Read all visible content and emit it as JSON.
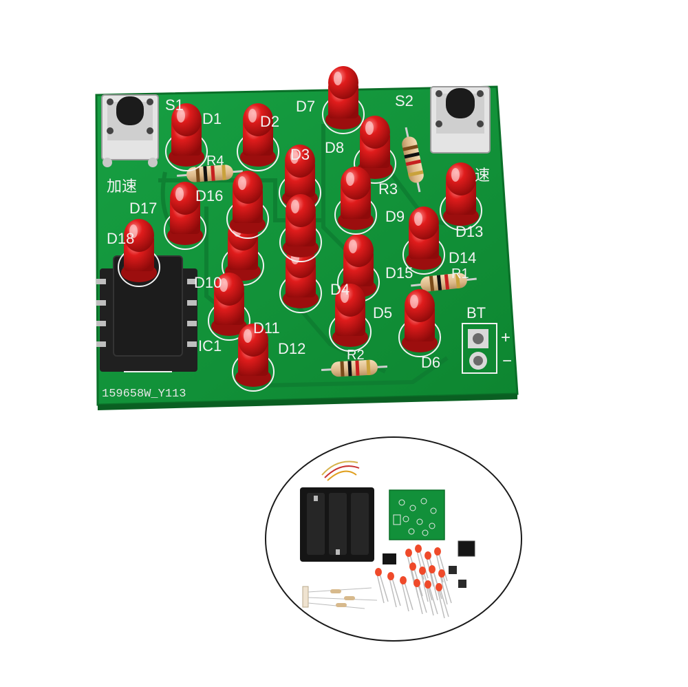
{
  "board": {
    "switches": [
      "S1",
      "S2"
    ],
    "speed_left": "加速",
    "speed_right": "速",
    "leds": [
      "D1",
      "D2",
      "D3",
      "D4",
      "D5",
      "D6",
      "D7",
      "D8",
      "D9",
      "D10",
      "D11",
      "D12",
      "D13",
      "D14",
      "D15",
      "D16",
      "D17",
      "D18"
    ],
    "resistors": [
      "R1",
      "R2",
      "R3",
      "R4"
    ],
    "ic": "IC1",
    "battery": "BT",
    "plus": "+",
    "minus": "−",
    "code": "159658W_Y113"
  },
  "colors": {
    "pcb": "#119438",
    "pcb_dark": "#0a6f28",
    "led": "#d81515",
    "silkscreen": "#f2f2f2",
    "chip": "#1c1c1c"
  },
  "icons": [
    "kit-contents-photo"
  ]
}
